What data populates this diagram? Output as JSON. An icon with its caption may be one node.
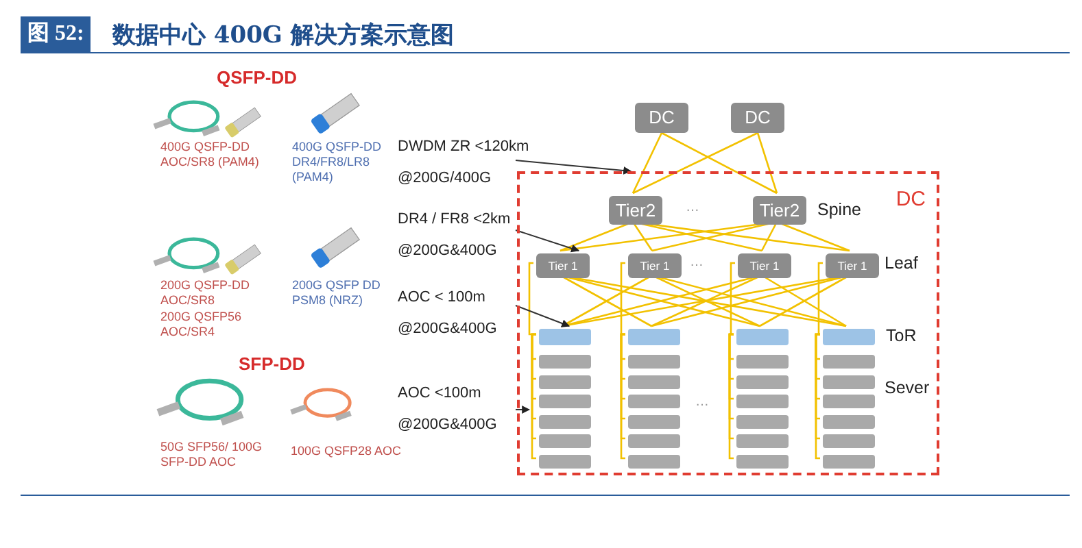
{
  "diagram": {
    "title": "数据中心 400G 解决方案示意图",
    "nodes": [
      {
        "text": [
          "DC"
        ]
      },
      {
        "text": [
          "DC"
        ]
      },
      {
        "text": [
          "DC"
        ]
      },
      {
        "text": [
          "Tier2"
        ],
        "in": 2
      },
      {
        "text": [
          "Tier2"
        ],
        "in": 2
      },
      {
        "text": [
          "Tier 1"
        ],
        "in": 2
      },
      {
        "text": [
          "Tier 1"
        ],
        "in": 2
      },
      {
        "text": [
          "Tier 1"
        ],
        "in": 2
      },
      {
        "text": [
          "Tier 1"
        ],
        "in": 2
      },
      {
        "text": [],
        "shape": "box",
        "in": 2
      },
      {
        "text": [],
        "shape": "box",
        "in": 2
      },
      {
        "text": [],
        "shape": "box",
        "in": 2
      },
      {
        "text": [],
        "shape": "box",
        "in": 2
      },
      {
        "text": [],
        "shape": "box",
        "in": 2
      },
      {
        "text": [],
        "shape": "box",
        "in": 2
      },
      {
        "text": [],
        "shape": "box",
        "in": 2
      },
      {
        "text": [],
        "shape": "box",
        "in": 2
      },
      {
        "text": [],
        "shape": "box",
        "in": 2
      },
      {
        "text": [],
        "shape": "box",
        "in": 2
      },
      {
        "text": [],
        "shape": "box",
        "in": 2
      },
      {
        "text": [],
        "shape": "box",
        "in": 2
      },
      {
        "text": [],
        "shape": "box",
        "in": 2
      },
      {
        "text": [],
        "shape": "box",
        "in": 2
      },
      {
        "text": [],
        "shape": "box",
        "in": 2
      },
      {
        "text": [],
        "shape": "box",
        "in": 2
      },
      {
        "text": [],
        "shape": "box",
        "in": 2
      },
      {
        "text": [],
        "shape": "box",
        "in": 2
      },
      {
        "text": [],
        "shape": "box",
        "in": 2
      },
      {
        "text": [],
        "shape": "box",
        "in": 2
      },
      {
        "text": [],
        "shape": "box",
        "in": 2
      },
      {
        "text": [],
        "shape": "box",
        "in": 2
      },
      {
        "text": [],
        "shape": "box",
        "in": 2
      },
      {
        "text": [],
        "shape": "box",
        "in": 2
      },
      {
        "text": [],
        "shape": "box",
        "in": 2
      },
      {
        "text": [],
        "shape": "box",
        "in": 2
      },
      {
        "text": [],
        "shape": "box",
        "in": 2
      },
      {
        "text": [],
        "shape": "box",
        "in": 2
      },
      {
        "text": [
          "DWDM ZR <120km",
          "@200G/400G"
        ]
      },
      {
        "text": [
          "DR4 / FR8 <2km",
          "@200G&400G"
        ]
      },
      {
        "text": [
          "AOC < 100m",
          "@200G&400G"
        ]
      },
      {
        "text": [
          "AOC <100m",
          "@200G&400G"
        ]
      }
    ],
    "edges": [
      {
        "from": 0,
        "to": 3,
        "arrow": "none"
      },
      {
        "from": 0,
        "to": 4,
        "arrow": "none"
      },
      {
        "from": 1,
        "to": 3,
        "arrow": "none"
      },
      {
        "from": 1,
        "to": 4,
        "arrow": "none"
      },
      {
        "from": 3,
        "to": 5,
        "arrow": "none"
      },
      {
        "from": 3,
        "to": 6,
        "arrow": "none"
      },
      {
        "from": 3,
        "to": 7,
        "arrow": "none"
      },
      {
        "from": 3,
        "to": 8,
        "arrow": "none"
      },
      {
        "from": 4,
        "to": 5,
        "arrow": "none"
      },
      {
        "from": 4,
        "to": 6,
        "arrow": "none"
      },
      {
        "from": 4,
        "to": 7,
        "arrow": "none"
      },
      {
        "from": 4,
        "to": 8,
        "arrow": "none"
      },
      {
        "from": 5,
        "to": 9,
        "arrow": "none"
      },
      {
        "from": 5,
        "to": 10,
        "arrow": "none"
      },
      {
        "from": 5,
        "to": 11,
        "arrow": "none"
      },
      {
        "from": 5,
        "to": 12,
        "arrow": "none"
      },
      {
        "from": 6,
        "to": 9,
        "arrow": "none"
      },
      {
        "from": 6,
        "to": 10,
        "arrow": "none"
      },
      {
        "from": 6,
        "to": 11,
        "arrow": "none"
      },
      {
        "from": 6,
        "to": 12,
        "arrow": "none"
      },
      {
        "from": 7,
        "to": 9,
        "arrow": "none"
      },
      {
        "from": 7,
        "to": 10,
        "arrow": "none"
      },
      {
        "from": 7,
        "to": 11,
        "arrow": "none"
      },
      {
        "from": 7,
        "to": 12,
        "arrow": "none"
      },
      {
        "from": 8,
        "to": 9,
        "arrow": "none"
      },
      {
        "from": 8,
        "to": 10,
        "arrow": "none"
      },
      {
        "from": 8,
        "to": 11,
        "arrow": "none"
      },
      {
        "from": 8,
        "to": 12,
        "arrow": "none"
      },
      {
        "from": 9,
        "to": 13,
        "arrow": "none"
      },
      {
        "from": 9,
        "to": 14,
        "arrow": "none"
      },
      {
        "from": 9,
        "to": 15,
        "arrow": "none"
      },
      {
        "from": 9,
        "to": 16,
        "arrow": "none"
      },
      {
        "from": 9,
        "to": 17,
        "arrow": "none"
      },
      {
        "from": 9,
        "to": 18,
        "arrow": "none"
      },
      {
        "from": 10,
        "to": 19,
        "arrow": "none"
      },
      {
        "from": 10,
        "to": 20,
        "arrow": "none"
      },
      {
        "from": 10,
        "to": 21,
        "arrow": "none"
      },
      {
        "from": 10,
        "to": 22,
        "arrow": "none"
      },
      {
        "from": 10,
        "to": 23,
        "arrow": "none"
      },
      {
        "from": 10,
        "to": 24,
        "arrow": "none"
      },
      {
        "from": 11,
        "to": 25,
        "arrow": "none"
      },
      {
        "from": 11,
        "to": 26,
        "arrow": "none"
      },
      {
        "from": 11,
        "to": 27,
        "arrow": "none"
      },
      {
        "from": 11,
        "to": 28,
        "arrow": "none"
      },
      {
        "from": 11,
        "to": 29,
        "arrow": "none"
      },
      {
        "from": 11,
        "to": 30,
        "arrow": "none"
      },
      {
        "from": 12,
        "to": 31,
        "arrow": "none"
      },
      {
        "from": 12,
        "to": 32,
        "arrow": "none"
      },
      {
        "from": 12,
        "to": 33,
        "arrow": "none"
      },
      {
        "from": 12,
        "to": 34,
        "arrow": "none"
      },
      {
        "from": 12,
        "to": 35,
        "arrow": "none"
      },
      {
        "from": 12,
        "to": 36,
        "arrow": "none"
      },
      {
        "from": 37,
        "to": 2,
        "arrow": "to",
        "color": "#333333"
      },
      {
        "from": 38,
        "to": 5,
        "arrow": "to",
        "color": "#333333"
      },
      {
        "from": 39,
        "to": 9,
        "arrow": "to",
        "color": "#333333"
      },
      {
        "from": 40,
        "to": 2,
        "arrow": "to",
        "color": "#333333"
      }
    ],
    "labels": [
      "图 52:",
      "QSFP-DD",
      "400G QSFP-DD AOC/SR8 (PAM4)",
      "400G QSFP-DD DR4/FR8/LR8 (PAM4)",
      "200G QSFP-DD AOC/SR8",
      "200G QSFP56 AOC/SR4",
      "200G QSFP DD PSM8 (NRZ)",
      "SFP-DD",
      "50G SFP56/ 100G SFP-DD AOC",
      "100G QSFP28 AOC",
      "…",
      "…",
      "…",
      "Spine",
      "Leaf",
      "ToR",
      "Sever"
    ]
  }
}
